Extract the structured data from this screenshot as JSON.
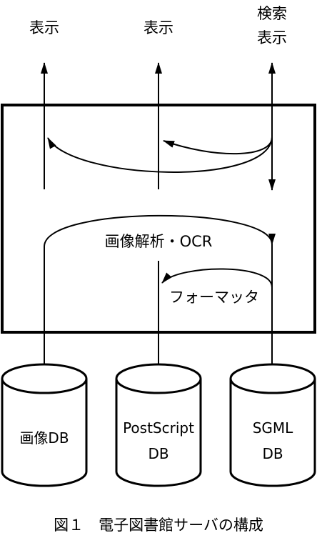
{
  "labels": {
    "top_left": "表示",
    "top_middle": "表示",
    "top_right_line1": "検索",
    "top_right_line2": "表示",
    "analysis": "画像解析・OCR",
    "formatter": "フォーマッタ"
  },
  "databases": [
    {
      "lines": [
        "画像DB"
      ]
    },
    {
      "lines": [
        "PostScript",
        "DB"
      ]
    },
    {
      "lines": [
        "SGML",
        "DB"
      ]
    }
  ],
  "caption": "図１　電子図書館サーバの構成"
}
